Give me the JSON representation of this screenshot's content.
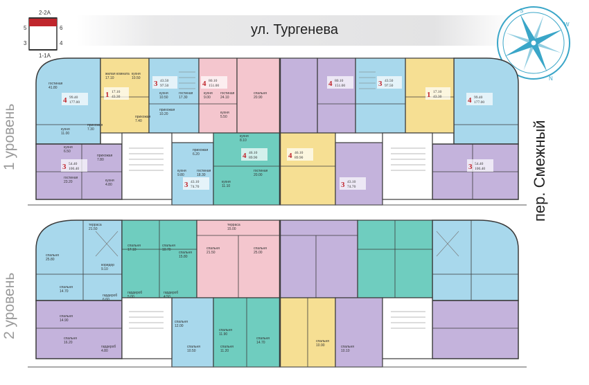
{
  "street": {
    "main": "ул. Тургенева",
    "side": "пер. Смежный"
  },
  "levels": {
    "level1": "1 уровень",
    "level2": "2 уровень"
  },
  "key_plan": {
    "top": "2-2А",
    "bottom": "1-1А",
    "left_top": "5",
    "left_bottom": "3",
    "right_top": "6",
    "right_bottom": "4"
  },
  "compass": {
    "n": "N",
    "s": "S",
    "w": "W",
    "e": "E"
  },
  "colors": {
    "blue": "#a8d8ec",
    "yellow": "#f6df93",
    "pink": "#f4c6ce",
    "purple": "#c4b3dc",
    "teal": "#6fcdbf",
    "wall": "#3a3a3a",
    "accent": "#c0262c"
  },
  "level1": {
    "apartments": [
      {
        "rooms": "4",
        "area1": "99.40",
        "area2": "177.00"
      },
      {
        "rooms": "1",
        "area1": "17.10",
        "area2": "43.30"
      },
      {
        "rooms": "3",
        "area1": "43.50",
        "area2": "97.50"
      },
      {
        "rooms": "4",
        "area1": "80.10",
        "area2": "151.00"
      },
      {
        "rooms": "3",
        "area1": "54.40",
        "area2": "100.40"
      },
      {
        "rooms": "4",
        "area1": "46.10",
        "area2": "89.90"
      },
      {
        "rooms": "3",
        "area1": "43.10",
        "area2": "74.70"
      }
    ],
    "room_labels": [
      {
        "name": "гостиная",
        "area": "41.80"
      },
      {
        "name": "жилая комната",
        "area": "17.10"
      },
      {
        "name": "кухня",
        "area": "10.50"
      },
      {
        "name": "кухня",
        "area": "10.50"
      },
      {
        "name": "гостиная",
        "area": "17.30"
      },
      {
        "name": "кухня",
        "area": "9.00"
      },
      {
        "name": "гостиная",
        "area": "24.10"
      },
      {
        "name": "спальня",
        "area": "20.90"
      },
      {
        "name": "прихожая",
        "area": "7.40"
      },
      {
        "name": "прихожая",
        "area": "10.20"
      },
      {
        "name": "кухня",
        "area": "5.50"
      },
      {
        "name": "кухня",
        "area": "11.00"
      },
      {
        "name": "прихожая",
        "area": "7.30"
      },
      {
        "name": "кухня",
        "area": "8.10"
      },
      {
        "name": "кухня",
        "area": "6.50"
      },
      {
        "name": "прихожая",
        "area": "7.80"
      },
      {
        "name": "прихожая",
        "area": "6.20"
      },
      {
        "name": "кухня",
        "area": "9.80"
      },
      {
        "name": "гостиная",
        "area": "18.30"
      },
      {
        "name": "кухня",
        "area": "11.10"
      },
      {
        "name": "гостиная",
        "area": "20.00"
      },
      {
        "name": "гостиная",
        "area": "23.20"
      },
      {
        "name": "кухня",
        "area": "4.80"
      }
    ]
  },
  "level2": {
    "room_labels": [
      {
        "name": "терраса",
        "area": "21.50"
      },
      {
        "name": "терраса",
        "area": "15.00"
      },
      {
        "name": "спальня",
        "area": "25.80"
      },
      {
        "name": "спальня",
        "area": "17.10"
      },
      {
        "name": "спальня",
        "area": "10.70"
      },
      {
        "name": "спальня",
        "area": "15.80"
      },
      {
        "name": "спальня",
        "area": "21.50"
      },
      {
        "name": "спальня",
        "area": "25.00"
      },
      {
        "name": "коридор",
        "area": "9.10"
      },
      {
        "name": "спальня",
        "area": "14.70"
      },
      {
        "name": "гардероб",
        "area": "6.60"
      },
      {
        "name": "гардероб",
        "area": "5.00"
      },
      {
        "name": "гардероб",
        "area": "4.50"
      },
      {
        "name": "спальня",
        "area": "14.90"
      },
      {
        "name": "спальня",
        "area": "16.20"
      },
      {
        "name": "гардероб",
        "area": "4.80"
      },
      {
        "name": "спальня",
        "area": "12.00"
      },
      {
        "name": "спальня",
        "area": "11.90"
      },
      {
        "name": "спальня",
        "area": "10.50"
      },
      {
        "name": "спальня",
        "area": "11.20"
      },
      {
        "name": "спальня",
        "area": "14.70"
      },
      {
        "name": "спальня",
        "area": "10.90"
      },
      {
        "name": "спальня",
        "area": "10.10"
      }
    ]
  }
}
